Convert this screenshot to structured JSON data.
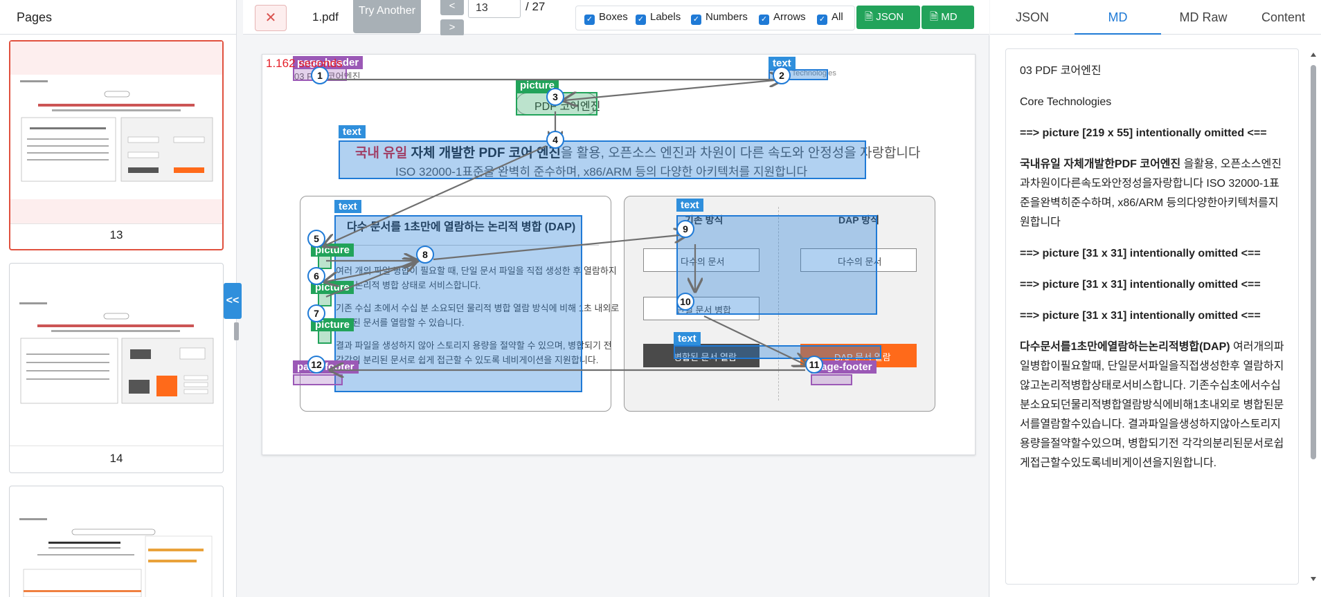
{
  "left_panel": {
    "title": "Pages",
    "thumbs": [
      {
        "number": "13"
      },
      {
        "number": "14"
      },
      {
        "number": ""
      }
    ]
  },
  "left_toggle": "<<",
  "right_toggle": ">>",
  "toolbar": {
    "close_label": "✕",
    "filename": "1.pdf",
    "try_another": "Try Another",
    "prev": "<",
    "next": ">",
    "page_value": "13",
    "page_total": "/ 27",
    "checks": [
      {
        "label": "Boxes",
        "checked": true
      },
      {
        "label": "Labels",
        "checked": true
      },
      {
        "label": "Numbers",
        "checked": true
      },
      {
        "label": "Arrows",
        "checked": true
      },
      {
        "label": "All",
        "checked": true
      }
    ],
    "json_button": "JSON",
    "md_button": "MD"
  },
  "viewer": {
    "timer": "1.162 seconds",
    "labels": {
      "page_header": "page-header",
      "text": "text",
      "picture": "picture",
      "page_footer": "page-footer"
    },
    "numbers": [
      "1",
      "2",
      "3",
      "4",
      "5",
      "6",
      "7",
      "8",
      "9",
      "10",
      "11",
      "12"
    ],
    "page_text": {
      "header_left": "03  PDF 코어엔진",
      "header_right": "Core Technologies",
      "picture_pill": "PDF 코어엔진",
      "headline_red": "국내 유일",
      "headline_bold": " 자체 개발한 PDF 코어 엔진",
      "headline_rest": "을 활용, 오픈소스 엔진과 차원이 다른 속도와 안정성을 자랑합니다",
      "subline": "ISO 32000-1표준을 완벽히 준수하며, x86/ARM 등의 다양한 아키텍처를 지원합니다",
      "dap_title": "다수 문서를 1초만에 열람하는 논리적 병합 (DAP)",
      "dap_p1": "여러 개의 파일 병합이 필요할 때, 단일 문서 파일을 직접 생성한 후 열람하지",
      "dap_p1b": "않고 논리적 병합 상태로 서비스합니다.",
      "dap_p2": "기존 수십 초에서 수십 분 소요되던 물리적 병합 열람 방식에 비해 1초 내외로",
      "dap_p2b": "병합된 문서를 열람할 수 있습니다.",
      "dap_p3": "결과 파일을 생성하지 않아 스토리지 용량을 절약할 수 있으며, 병합되기 전",
      "dap_p3b": "각각의 분리된 문서로 쉽게 접근할 수 있도록 네비게이션을 지원합니다.",
      "col_old": "기존 방식",
      "col_dap": "DAP 방식",
      "many_docs_left": "다수의 문서",
      "many_docs_right": "다수의 문서",
      "single_merge": "단일 문서 병합",
      "merged_view": "병합된 문서 열람",
      "dap_view": "DAP 문서 열람"
    }
  },
  "right_panel": {
    "tabs": [
      "JSON",
      "MD",
      "MD Raw",
      "Content"
    ],
    "active_tab": "MD",
    "md": {
      "p1": "03 PDF 코어엔진",
      "p2": "Core Technologies",
      "p3": "==> picture [219 x 55] intentionally omitted <==",
      "p4_bold": "국내유일 자체개발한PDF 코어엔진",
      "p4_rest": " 을활용, 오픈소스엔진과차원이다른속도와안정성을자랑합니다 ISO 32000-1표준을완벽히준수하며, x86/ARM 등의다양한아키텍처를지원합니다",
      "p5": "==> picture [31 x 31] intentionally omitted <==",
      "p6": "==> picture [31 x 31] intentionally omitted <==",
      "p7": "==> picture [31 x 31] intentionally omitted <==",
      "p8_bold": "다수문서를1초만에열람하는논리적병합(DAP)",
      "p8_rest": " 여러개의파일병합이필요할때, 단일문서파일을직접생성한후 열람하지 않고논리적병합상태로서비스합니다. 기존수십초에서수십분소요되던물리적병합열람방식에비해1초내외로 병합된문서를열람할수있습니다. 결과파일을생성하지않아스토리지용량을절약할수있으며, 병합되기전 각각의분리된문서로쉽게접근할수있도록네비게이션을지원합니다."
    }
  },
  "colors": {
    "text_box": "#1f7ad6",
    "picture_box": "#22a35a",
    "header_box": "#9b59b6",
    "accent_red": "#e5202a",
    "orange": "#ff6a1a"
  }
}
